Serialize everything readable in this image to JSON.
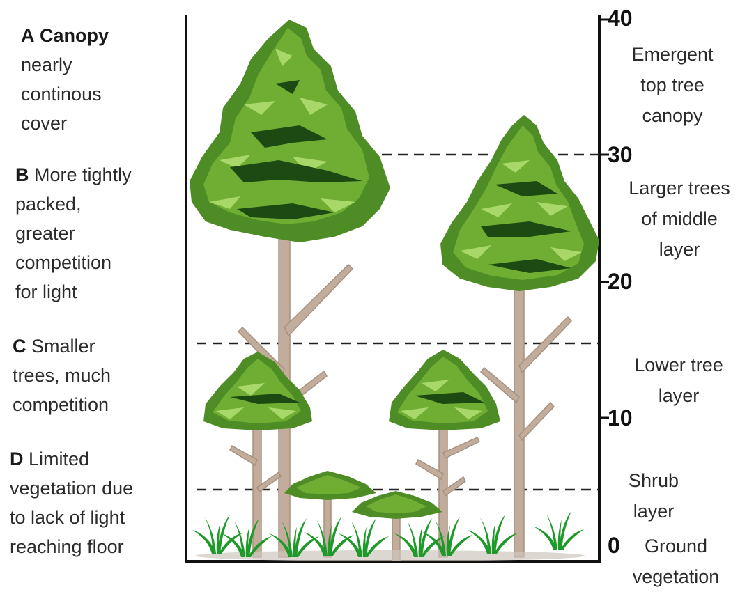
{
  "left_labels": [
    {
      "letter": "A",
      "heading": "Canopy",
      "text": "nearly\ncontinous\ncover"
    },
    {
      "letter": "B",
      "text": "More tightly\npacked,\ngreater\ncompetition\nfor light"
    },
    {
      "letter": "C",
      "text": "Smaller\ntrees, much\ncompetition"
    },
    {
      "letter": "D",
      "text": "Limited\nvegetation due\nto lack of light\nreaching floor"
    }
  ],
  "right_labels": [
    {
      "text": "Emergent\ntop tree\ncanopy"
    },
    {
      "text": "Larger trees\nof middle\nlayer"
    },
    {
      "text": "Lower tree\nlayer"
    },
    {
      "text": "Shrub\nlayer"
    },
    {
      "text": "Ground\nvegetation"
    }
  ],
  "scale_ticks": [
    "40",
    "30",
    "20",
    "10",
    "0"
  ],
  "layer_boundaries": [
    30,
    15.5,
    5
  ],
  "colors": {
    "foliage_dark": "#4e8c26",
    "foliage_mid": "#6fae33",
    "foliage_light": "#a9d86a",
    "foliage_shadow": "#1d4a12",
    "trunk": "#c2ad9c",
    "grass": "#1f9a2a",
    "axis": "#111111"
  }
}
